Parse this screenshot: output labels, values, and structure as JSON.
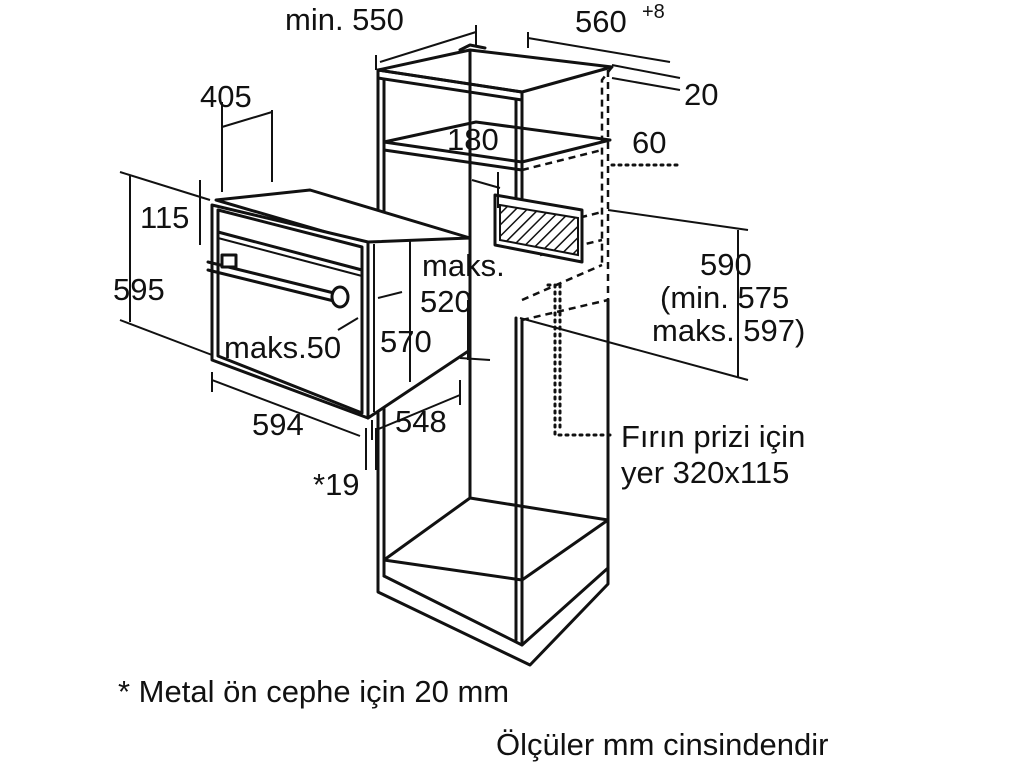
{
  "dimensions": {
    "d_min550": "min. 550",
    "d_560": "560",
    "d_560_sup": "+8",
    "d_20": "20",
    "d_405": "405",
    "d_180": "180",
    "d_60": "60",
    "d_115": "115",
    "d_595": "595",
    "d_maks": "maks.",
    "d_520": "520",
    "d_590": "590",
    "d_min575": "(min. 575",
    "d_maks597": "maks. 597)",
    "d_maks50": "maks.50",
    "d_570": "570",
    "d_594": "594",
    "d_548": "548",
    "d_19": "*19"
  },
  "labels": {
    "socket_line1": "Fırın prizi için",
    "socket_line2": "yer 320x115"
  },
  "notes": {
    "footnote": "* Metal ön cephe için 20 mm",
    "units": "Ölçüler mm cinsindendir"
  }
}
